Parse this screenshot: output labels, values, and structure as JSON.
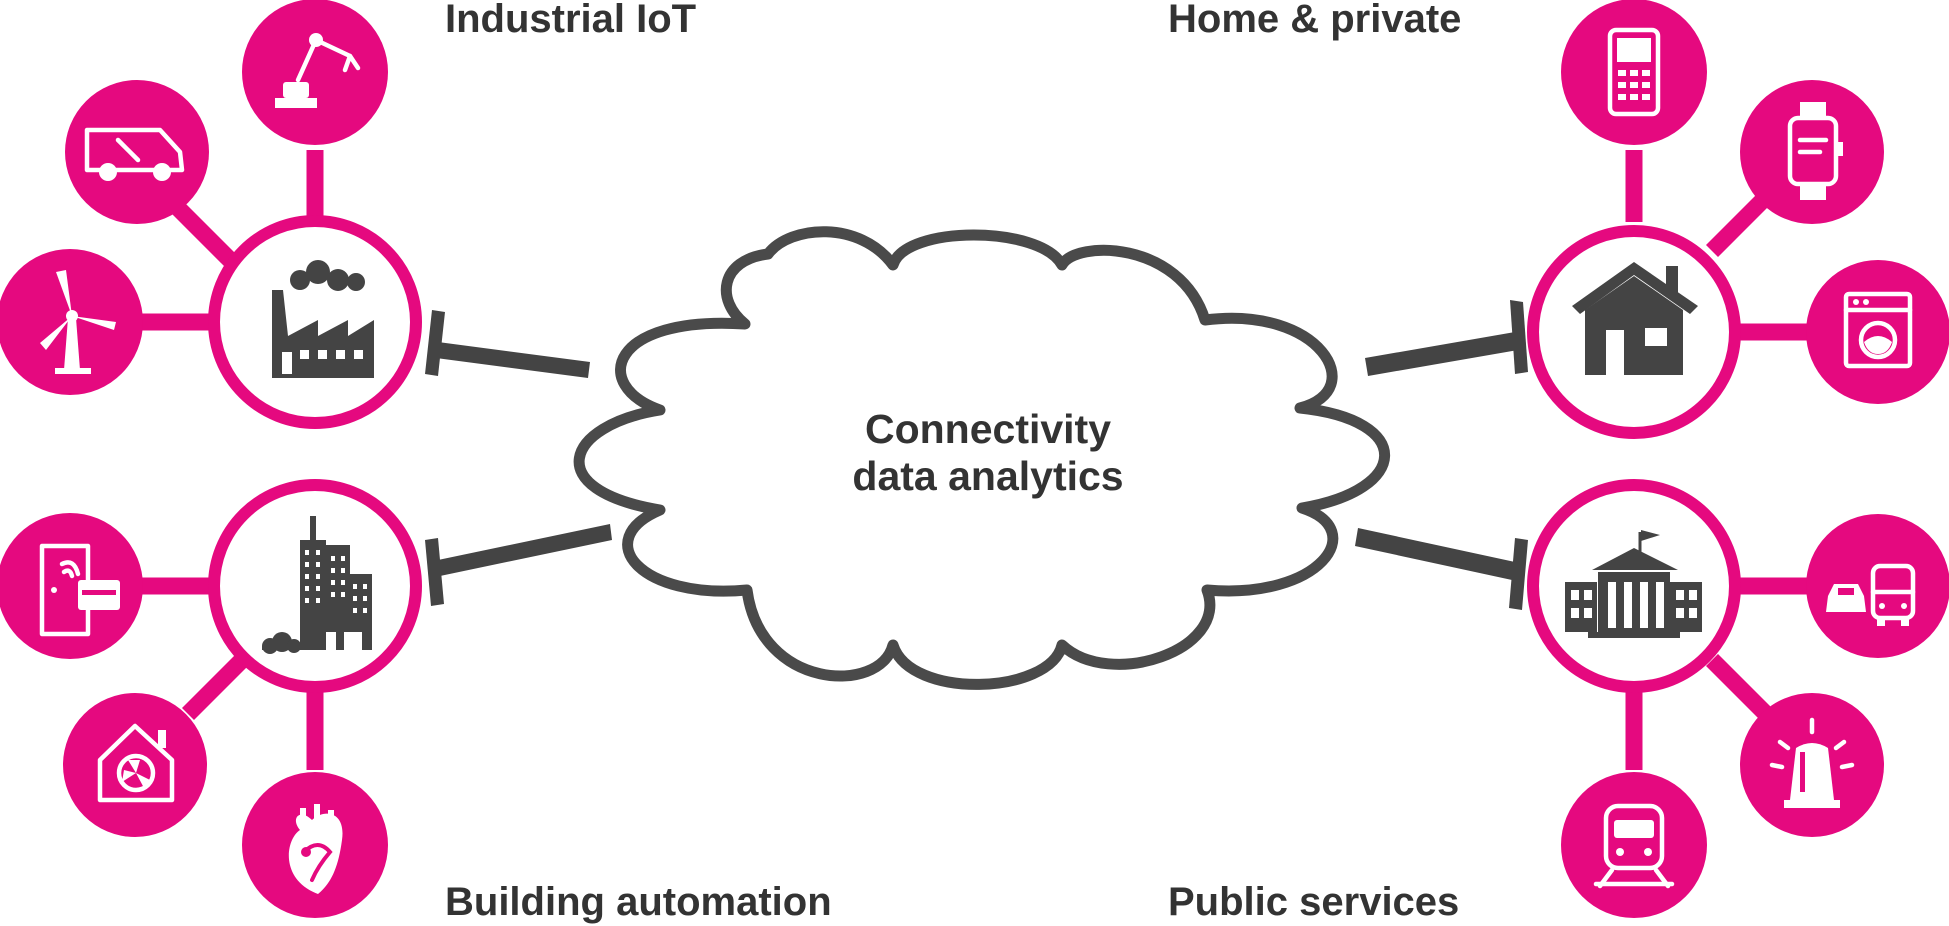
{
  "cloud": {
    "line1": "Connectivity",
    "line2": "data analytics"
  },
  "categories": {
    "industrial": "Industrial IoT",
    "home": "Home & private",
    "building": "Building automation",
    "public": "Public services"
  },
  "colors": {
    "accent": "#e5097f",
    "dark": "#444444",
    "text": "#333333"
  },
  "icons": {
    "industrial_hub": "factory-icon",
    "industrial_satellites": [
      "robot-arm-icon",
      "service-van-icon",
      "wind-turbine-icon"
    ],
    "home_hub": "house-icon",
    "home_satellites": [
      "mobile-phone-icon",
      "smartwatch-icon",
      "washing-machine-icon"
    ],
    "building_hub": "city-buildings-icon",
    "building_satellites": [
      "door-access-card-icon",
      "smart-home-fan-icon",
      "heart-icon"
    ],
    "public_hub": "government-building-icon",
    "public_satellites": [
      "car-and-bus-icon",
      "siren-icon",
      "train-icon"
    ]
  }
}
